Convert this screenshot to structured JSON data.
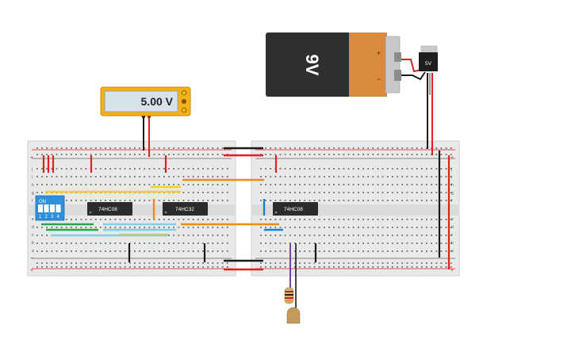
{
  "multimeter": {
    "reading": "5.00 V"
  },
  "battery": {
    "label": "9V",
    "plus": "+",
    "minus": "−"
  },
  "regulator": {
    "label": "5V"
  },
  "dip_switch": {
    "on_label": "ON",
    "numbers": [
      "1",
      "2",
      "3",
      "4"
    ]
  },
  "chips": {
    "left_and": "74HC08",
    "left_or": "74HC32",
    "right_and": "74HC08"
  },
  "breadboard": {
    "row_letters_top": [
      "j",
      "i",
      "h",
      "g",
      "f"
    ],
    "row_letters_bottom": [
      "e",
      "d",
      "c",
      "b",
      "a"
    ],
    "rail_plus": "+",
    "rail_minus": "−"
  },
  "colors": {
    "wire_red": "#e02020",
    "wire_black": "#1a1a1a",
    "wire_orange": "#f08a1c",
    "wire_yellow": "#f2d21b",
    "wire_green": "#2aa64a",
    "wire_lightblue": "#7fd0e8",
    "wire_blue": "#1f7fcf",
    "wire_purple": "#7a3fb0",
    "multimeter_body": "#f3b21a",
    "chip_body": "#2b2b2b",
    "dip_body": "#2f8fd8",
    "battery_orange": "#d98a3c"
  }
}
